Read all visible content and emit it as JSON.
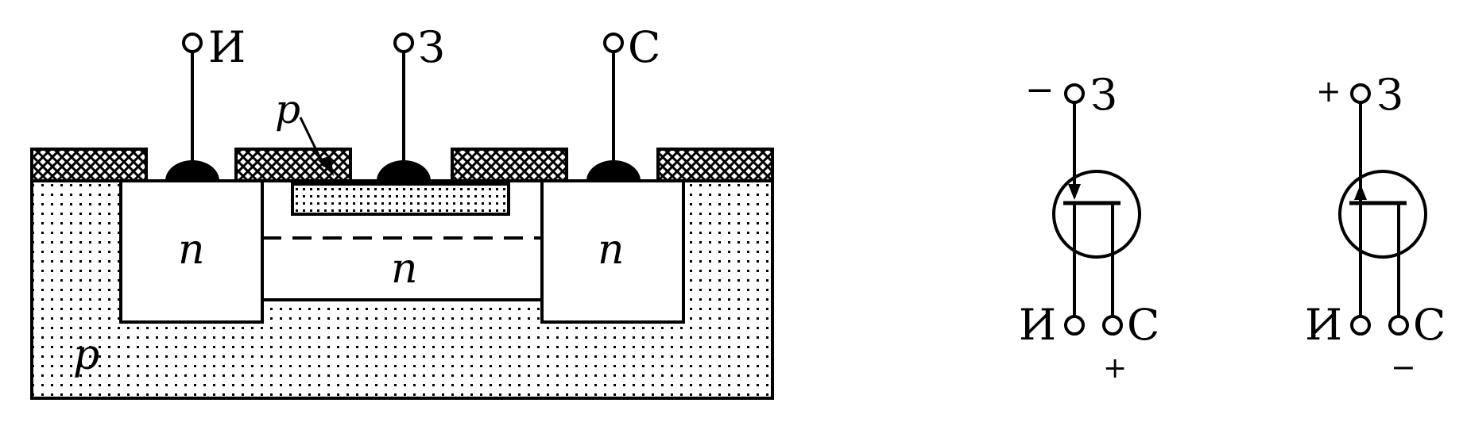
{
  "colors": {
    "ink": "#000000",
    "background": "#ffffff"
  },
  "structure": {
    "terminal_source": "И",
    "terminal_gate": "З",
    "terminal_drain": "С",
    "region_p_gate": "p",
    "region_n_source": "n",
    "region_n_channel": "n",
    "region_n_drain": "n",
    "region_p_substrate": "p"
  },
  "symbol_left": {
    "gate_label": "З",
    "gate_polarity": "−",
    "source_label": "И",
    "drain_label": "С",
    "drain_polarity": "+"
  },
  "symbol_right": {
    "gate_label": "З",
    "gate_polarity": "+",
    "source_label": "И",
    "drain_label": "С",
    "drain_polarity": "−"
  }
}
